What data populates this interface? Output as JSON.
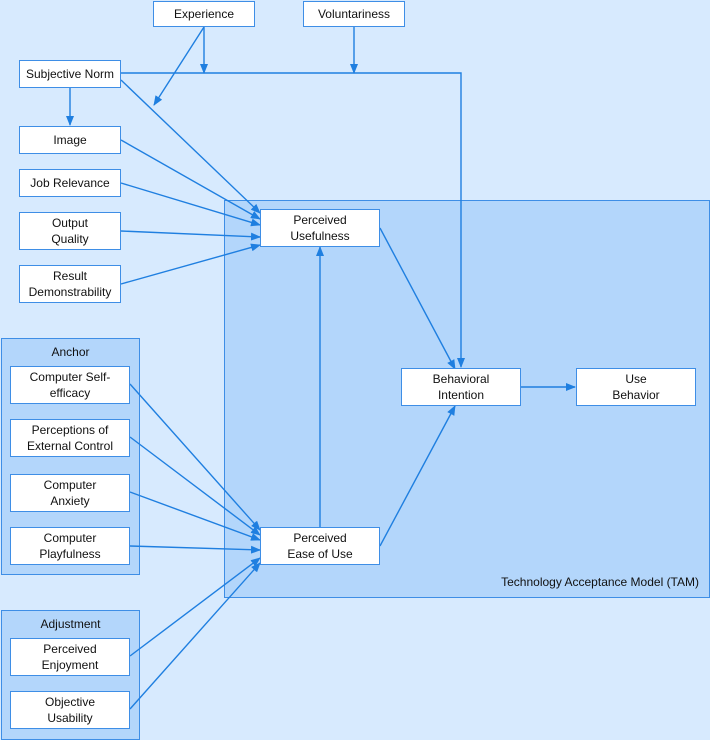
{
  "tam": {
    "label": "Technology Acceptance Model (TAM)"
  },
  "anchor": {
    "title": "Anchor"
  },
  "adjustment": {
    "title": "Adjustment"
  },
  "nodes": {
    "experience": "Experience",
    "voluntariness": "Voluntariness",
    "subjective_norm": "Subjective Norm",
    "image": "Image",
    "job_relevance": "Job Relevance",
    "output_quality": "Output\nQuality",
    "result_demonstrability": "Result\nDemonstrability",
    "computer_self_efficacy": "Computer Self-\nefficacy",
    "perceptions_of_external_control": "Perceptions of\nExternal Control",
    "computer_anxiety": "Computer\nAnxiety",
    "computer_playfulness": "Computer\nPlayfulness",
    "perceived_enjoyment": "Perceived\nEnjoyment",
    "objective_usability": "Objective\nUsability",
    "perceived_usefulness": "Perceived\nUsefulness",
    "perceived_ease_of_use": "Perceived\nEase of Use",
    "behavioral_intention": "Behavioral\nIntention",
    "use_behavior": "Use\nBehavior"
  },
  "colors": {
    "line": "#1f7fe0",
    "box_border": "#3e8ee6",
    "region": "#b3d6fb",
    "background": "#d7eafe"
  }
}
